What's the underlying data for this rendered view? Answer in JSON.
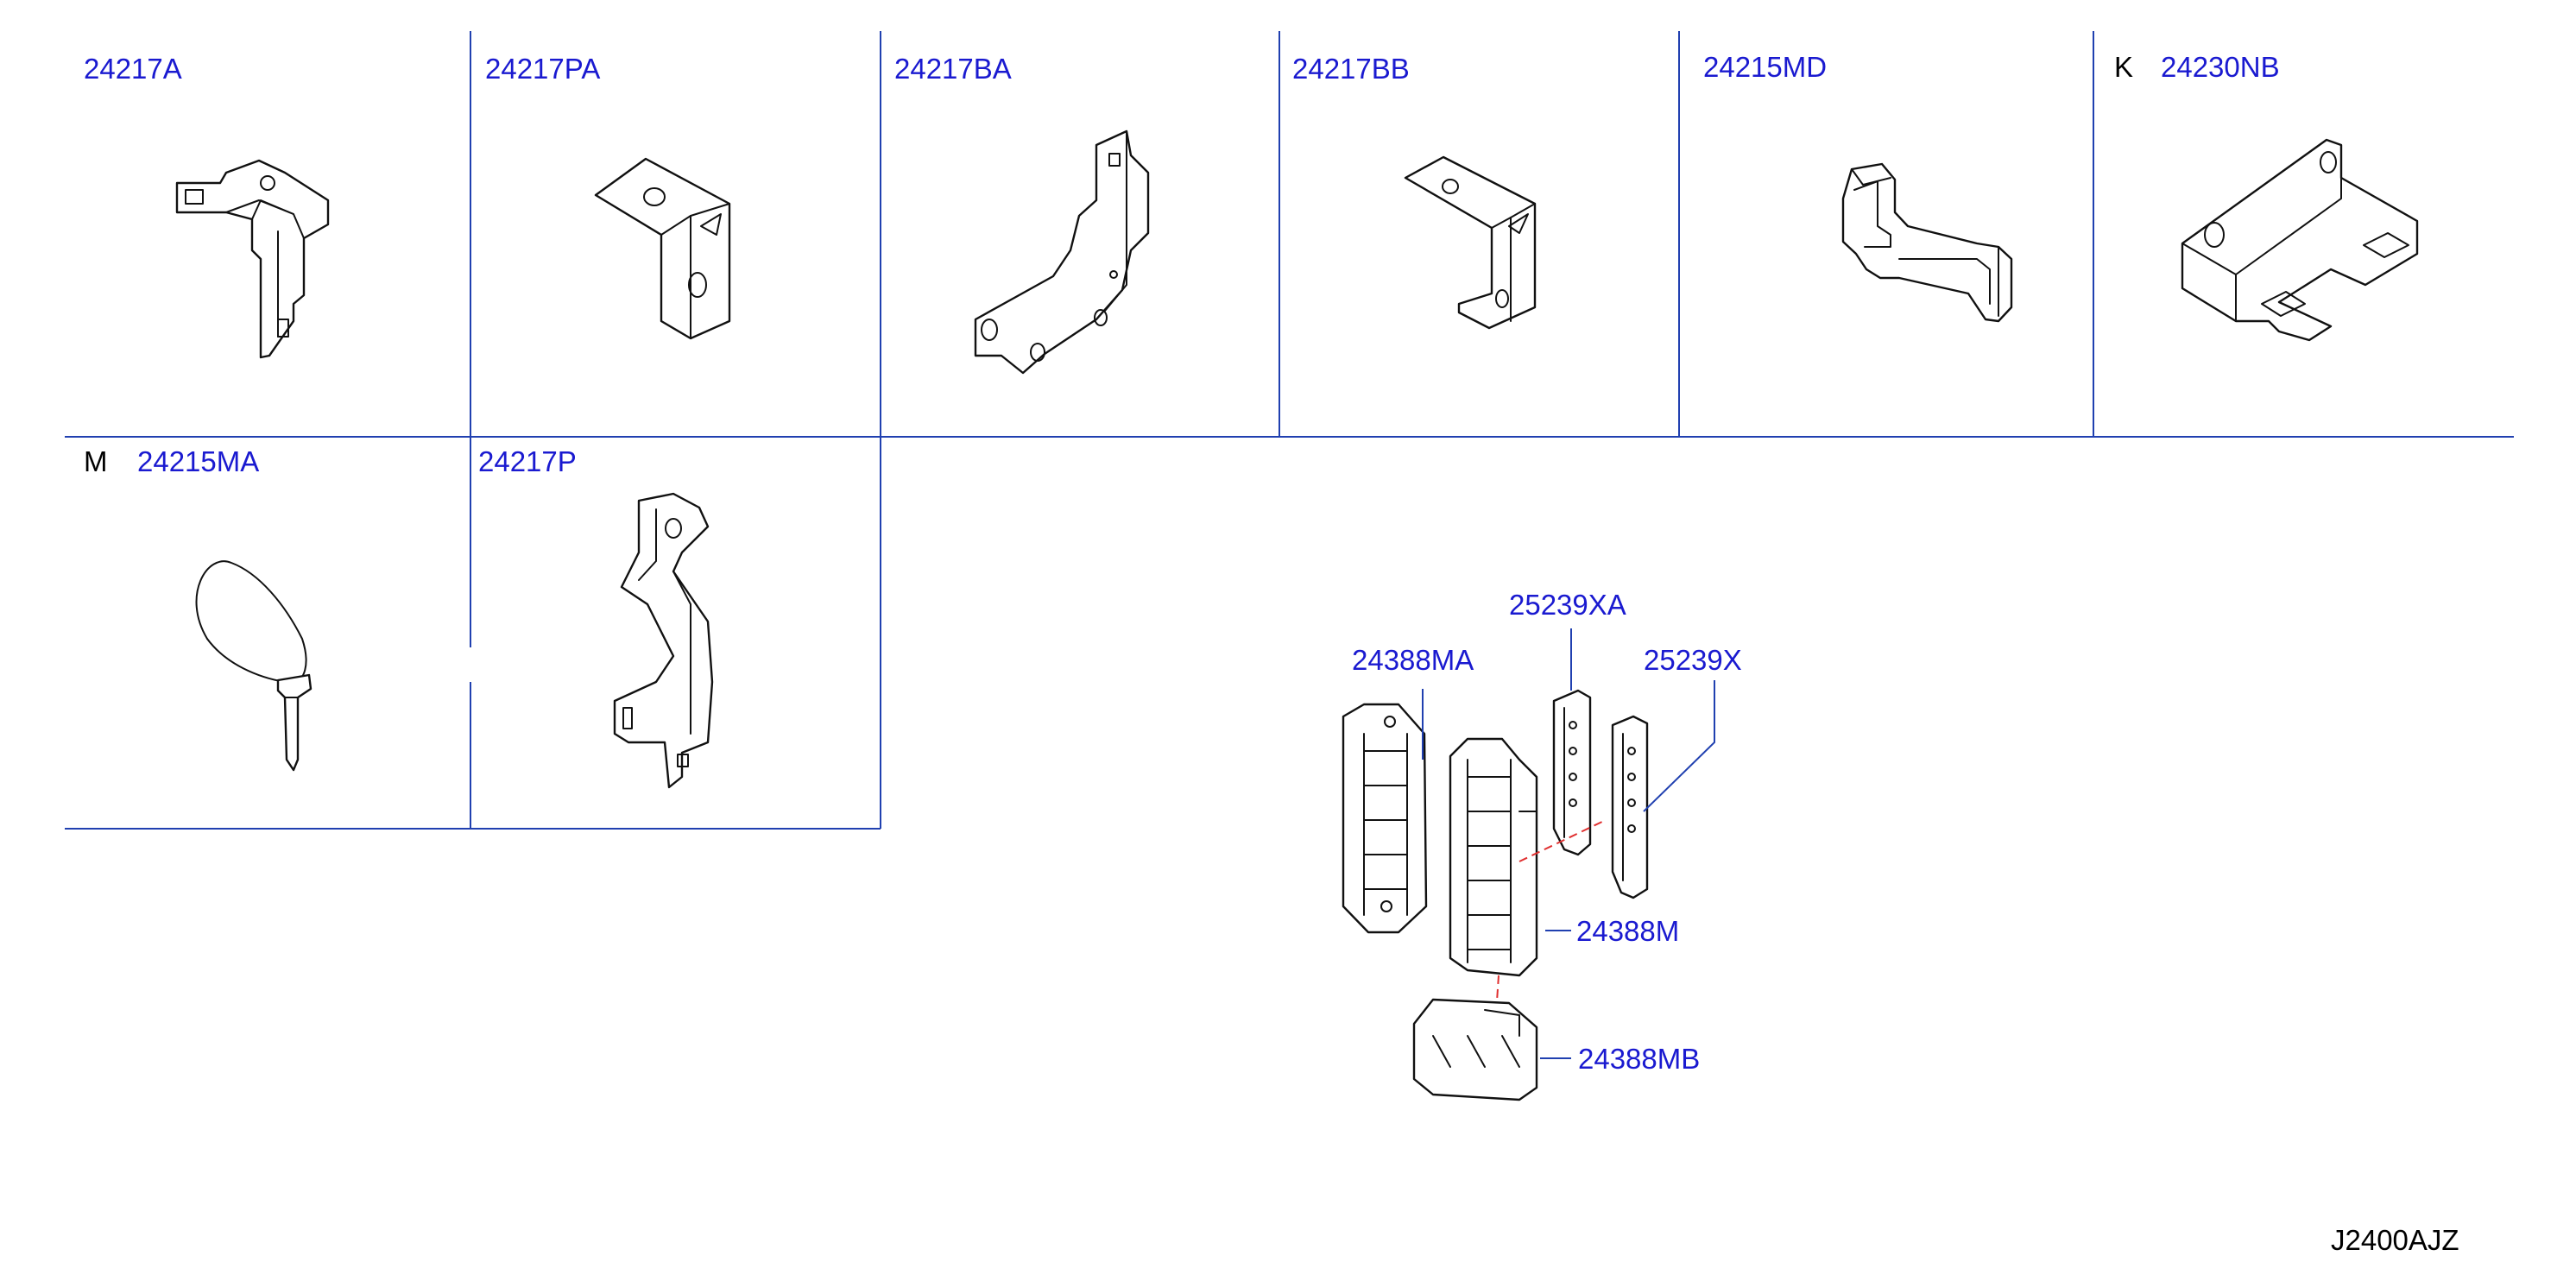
{
  "diagram_code": "J2400AJZ",
  "colors": {
    "label": "#1a1ad0",
    "grid": "#2040b0",
    "part_outline": "#111111",
    "dash_line": "#e03030"
  },
  "cells": [
    {
      "id": "24217A",
      "label": "24217A",
      "letter": ""
    },
    {
      "id": "24217PA",
      "label": "24217PA",
      "letter": ""
    },
    {
      "id": "24217BA",
      "label": "24217BA",
      "letter": ""
    },
    {
      "id": "24217BB",
      "label": "24217BB",
      "letter": ""
    },
    {
      "id": "24215MD",
      "label": "24215MD",
      "letter": ""
    },
    {
      "id": "24230NB",
      "label": "24230NB",
      "letter": "K"
    },
    {
      "id": "24215MA",
      "label": "24215MA",
      "letter": "M"
    },
    {
      "id": "24217P",
      "label": "24217P",
      "letter": ""
    }
  ],
  "assembly": {
    "labels": {
      "a": "25239XA",
      "b": "24388MA",
      "c": "25239X",
      "d": "24388M",
      "e": "24388MB"
    }
  }
}
